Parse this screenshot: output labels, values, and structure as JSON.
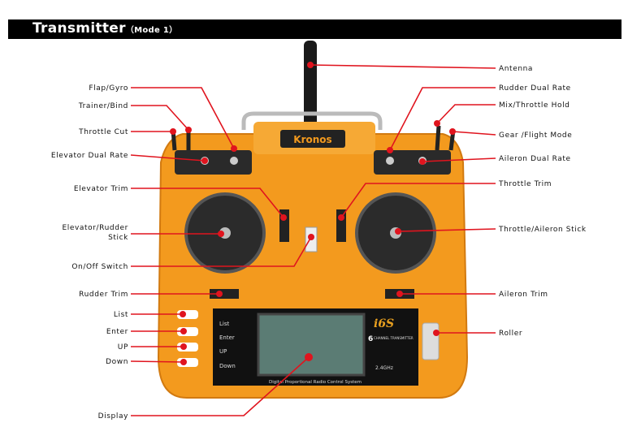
{
  "header": {
    "title": "Transmitter",
    "mode": "（Mode 1）"
  },
  "left_labels": [
    "Flap/Gyro",
    "Trainer/Bind",
    "Throttle Cut",
    "Elevator Dual Rate",
    "Elevator Trim",
    "Elevator/Rudder",
    "Stick",
    "On/Off Switch",
    "Rudder Trim",
    "List",
    "Enter",
    "UP",
    "Down",
    "Display"
  ],
  "right_labels": [
    "Antenna",
    "Rudder Dual Rate",
    "Mix/Throttle Hold",
    "Gear   /Flight Mode",
    "Aileron Dual Rate",
    "Throttle Trim",
    "Throttle/Aileron Stick",
    "Aileron Trim",
    "Roller"
  ],
  "device": {
    "brand": "Kronos",
    "model": "i6S",
    "channel": "6",
    "channel_text": "CHANNEL TRANSMITTER",
    "freq": "2.4GHz",
    "footer": "Digital Proportional Radio Control System",
    "buttons": [
      "List",
      "Enter",
      "UP",
      "Down"
    ]
  },
  "colors": {
    "body": "#f39a1e",
    "accent": "#e0141e"
  }
}
